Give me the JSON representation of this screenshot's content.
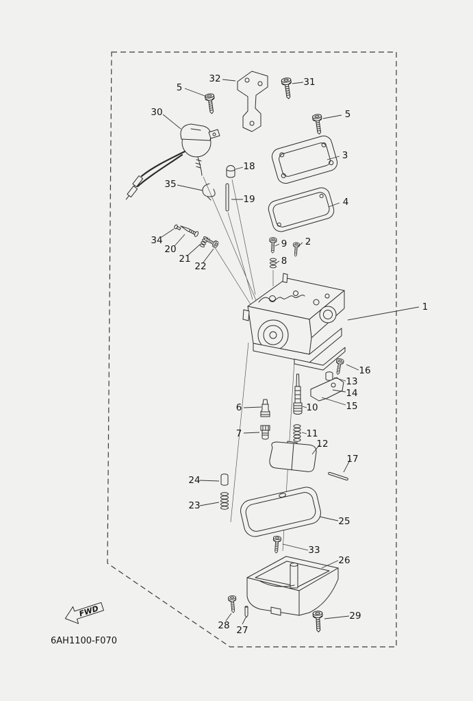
{
  "page": {
    "background_color": "#f1f1ef",
    "ink_color": "#2b2b2b"
  },
  "diagram": {
    "code": "6AH1100-F070",
    "fwd_arrow": {
      "label": "FWD"
    },
    "callouts": [
      {
        "label": "5"
      },
      {
        "label": "32"
      },
      {
        "label": "31"
      },
      {
        "label": "30"
      },
      {
        "label": "5"
      },
      {
        "label": "18"
      },
      {
        "label": "3"
      },
      {
        "label": "35"
      },
      {
        "label": "19"
      },
      {
        "label": "4"
      },
      {
        "label": "34"
      },
      {
        "label": "20"
      },
      {
        "label": "21"
      },
      {
        "label": "22"
      },
      {
        "label": "9"
      },
      {
        "label": "2"
      },
      {
        "label": "8"
      },
      {
        "label": "1"
      },
      {
        "label": "16"
      },
      {
        "label": "13"
      },
      {
        "label": "14"
      },
      {
        "label": "15"
      },
      {
        "label": "6"
      },
      {
        "label": "10"
      },
      {
        "label": "7"
      },
      {
        "label": "11"
      },
      {
        "label": "12"
      },
      {
        "label": "17"
      },
      {
        "label": "24"
      },
      {
        "label": "23"
      },
      {
        "label": "25"
      },
      {
        "label": "33"
      },
      {
        "label": "26"
      },
      {
        "label": "28"
      },
      {
        "label": "27"
      },
      {
        "label": "29"
      }
    ]
  }
}
